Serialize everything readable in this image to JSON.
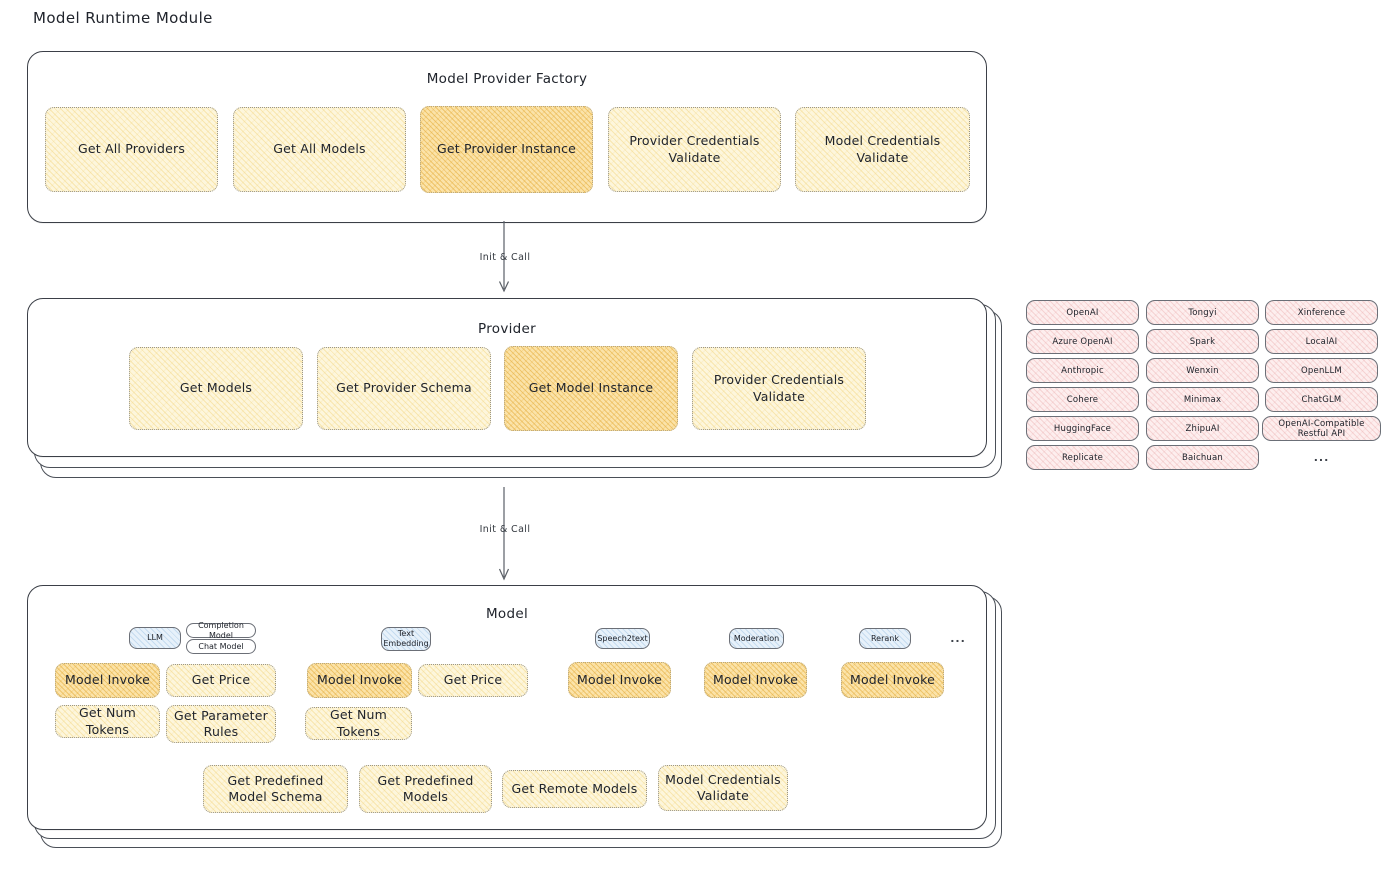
{
  "page": {
    "title": "Model Runtime Module"
  },
  "factory": {
    "title": "Model Provider Factory",
    "cells": [
      {
        "label": "Get All Providers",
        "style": "cream"
      },
      {
        "label": "Get All Models",
        "style": "cream"
      },
      {
        "label": "Get Provider Instance",
        "style": "amber"
      },
      {
        "label": "Provider Credentials Validate",
        "style": "cream"
      },
      {
        "label": "Model Credentials Validate",
        "style": "cream"
      }
    ]
  },
  "arrow1": {
    "label": "Init & Call"
  },
  "provider": {
    "title": "Provider",
    "cells": [
      {
        "label": "Get Models",
        "style": "cream"
      },
      {
        "label": "Get Provider Schema",
        "style": "cream"
      },
      {
        "label": "Get Model Instance",
        "style": "amber"
      },
      {
        "label": "Provider Credentials Validate",
        "style": "cream"
      }
    ]
  },
  "provider_list": {
    "columns": [
      [
        "OpenAI",
        "Azure OpenAI",
        "Anthropic",
        "Cohere",
        "HuggingFace",
        "Replicate"
      ],
      [
        "Tongyi",
        "Spark",
        "Wenxin",
        "Minimax",
        "ZhipuAI",
        "Baichuan"
      ],
      [
        "Xinference",
        "LocalAI",
        "OpenLLM",
        "ChatGLM",
        "OpenAI-Compatible Restful API"
      ]
    ],
    "more": "..."
  },
  "arrow2": {
    "label": "Init & Call"
  },
  "model": {
    "title": "Model",
    "more": "...",
    "types": [
      {
        "name": "LLM",
        "sub": [
          "Completion Model",
          "Chat Model"
        ],
        "methods": [
          {
            "label": "Model Invoke",
            "style": "amber"
          },
          {
            "label": "Get Price",
            "style": "cream"
          },
          {
            "label": "Get Num Tokens",
            "style": "cream"
          },
          {
            "label": "Get Parameter Rules",
            "style": "cream"
          }
        ]
      },
      {
        "name": "Text Embedding",
        "sub": [],
        "methods": [
          {
            "label": "Model Invoke",
            "style": "amber"
          },
          {
            "label": "Get Price",
            "style": "cream"
          },
          {
            "label": "Get Num Tokens",
            "style": "cream"
          }
        ]
      },
      {
        "name": "Speech2text",
        "sub": [],
        "methods": [
          {
            "label": "Model Invoke",
            "style": "amber"
          }
        ]
      },
      {
        "name": "Moderation",
        "sub": [],
        "methods": [
          {
            "label": "Model Invoke",
            "style": "amber"
          }
        ]
      },
      {
        "name": "Rerank",
        "sub": [],
        "methods": [
          {
            "label": "Model Invoke",
            "style": "amber"
          }
        ]
      }
    ],
    "common": [
      "Get Predefined Model Schema",
      "Get Predefined Models",
      "Get Remote Models",
      "Model Credentials Validate"
    ]
  },
  "colors": {
    "cream": "#fdf6dc",
    "amber": "#fbe3a9",
    "pink": "#fdeeee",
    "blue": "#e7f1fa",
    "stroke": "#3b3f47",
    "text": "#20242c"
  }
}
